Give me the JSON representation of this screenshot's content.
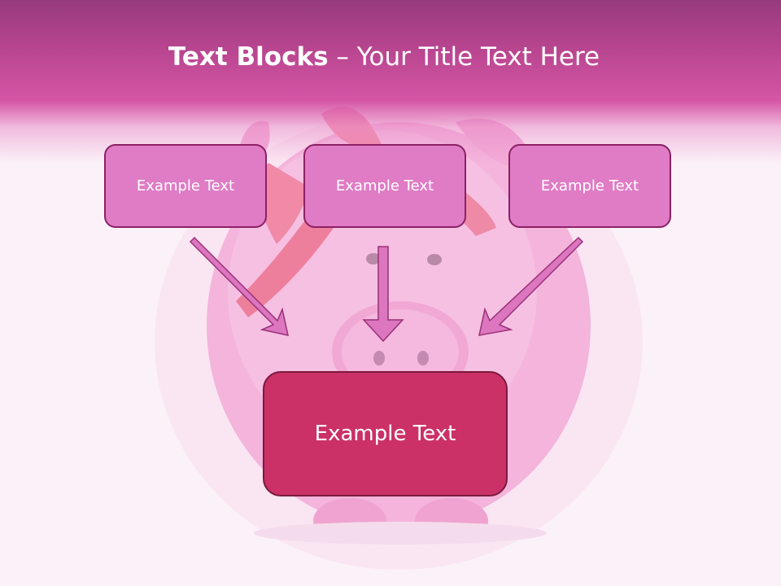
{
  "slide": {
    "title_bold": "Text Blocks",
    "title_sep": " – ",
    "title_rest": "Your Title Text Here",
    "blocks": [
      {
        "label": "Example Text"
      },
      {
        "label": "Example Text"
      },
      {
        "label": "Example Text"
      }
    ],
    "target": {
      "label": "Example Text"
    }
  },
  "colors": {
    "header": "#d556a6",
    "small_box_fill": "#df7cc5",
    "small_box_border": "#8b2166",
    "big_box_fill": "#cb3166",
    "big_box_border": "#7a1a3e",
    "arrow_fill": "#dc77bf",
    "arrow_stroke": "#9a3079"
  },
  "icons": [
    "piggy-bank-image",
    "arrow-down-right-icon",
    "arrow-down-icon",
    "arrow-down-left-icon"
  ]
}
